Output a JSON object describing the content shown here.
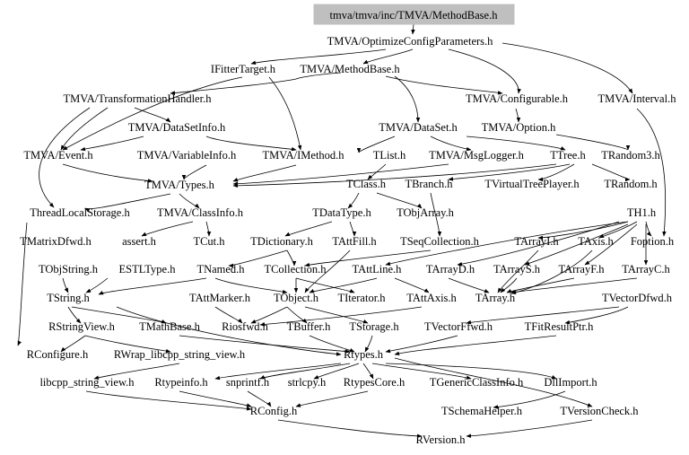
{
  "graph": {
    "root": "tmva/tmva/inc/TMVA/MethodBase.h",
    "nodes": [
      "TMVA/OptimizeConfigParameters.h",
      "IFitterTarget.h",
      "TMVA/MethodBase.h",
      "TMVA/TransformationHandler.h",
      "TMVA/Configurable.h",
      "TMVA/Interval.h",
      "TMVA/DataSetInfo.h",
      "TMVA/DataSet.h",
      "TMVA/Option.h",
      "TMVA/Event.h",
      "TMVA/VariableInfo.h",
      "TMVA/IMethod.h",
      "TList.h",
      "TMVA/MsgLogger.h",
      "TTree.h",
      "TRandom3.h",
      "TMVA/Types.h",
      "TClass.h",
      "TBranch.h",
      "TVirtualTreePlayer.h",
      "TRandom.h",
      "ThreadLocalStorage.h",
      "TMVA/ClassInfo.h",
      "TObjArray.h",
      "TDataType.h",
      "TH1.h",
      "TMatrixDfwd.h",
      "assert.h",
      "TCut.h",
      "TDictionary.h",
      "TAttFill.h",
      "TSeqCollection.h",
      "TArrayI.h",
      "TAxis.h",
      "Foption.h",
      "TObjString.h",
      "ESTLType.h",
      "TNamed.h",
      "TCollection.h",
      "TAttLine.h",
      "TArrayD.h",
      "TArrayS.h",
      "TArrayF.h",
      "TArrayC.h",
      "TString.h",
      "TAttMarker.h",
      "TObject.h",
      "TIterator.h",
      "TAttAxis.h",
      "TArray.h",
      "TVectorDfwd.h",
      "RStringView.h",
      "TMathBase.h",
      "Riosfwd.h",
      "TBuffer.h",
      "TStorage.h",
      "TVectorFfwd.h",
      "TFitResultPtr.h",
      "RConfigure.h",
      "RWrap_libcpp_string_view.h",
      "Rtypes.h",
      "libcpp_string_view.h",
      "Rtypeinfo.h",
      "snprintf.h",
      "strlcpy.h",
      "RtypesCore.h",
      "TGenericClassInfo.h",
      "DllImport.h",
      "TSchemaHelper.h",
      "TVersionCheck.h",
      "RConfig.h",
      "RVersion.h"
    ]
  }
}
